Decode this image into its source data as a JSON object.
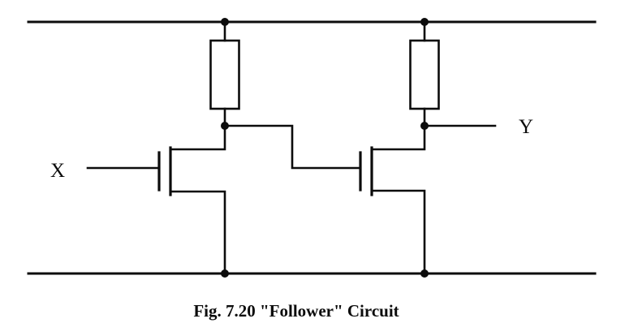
{
  "figure": {
    "type": "schematic",
    "caption": "Fig. 7.20 \"Follower\" Circuit",
    "labels": {
      "input": "X",
      "output": "Y"
    },
    "colors": {
      "ink": "#0c0c0c",
      "paper": "#ffffff"
    },
    "components": {
      "rails": [
        "top-power-rail",
        "bottom-power-rail"
      ],
      "resistors": [
        "load-resistor-1",
        "load-resistor-2"
      ],
      "transistors": [
        "follower-transistor-1",
        "follower-transistor-2"
      ],
      "junction_dot_count": 6
    }
  }
}
